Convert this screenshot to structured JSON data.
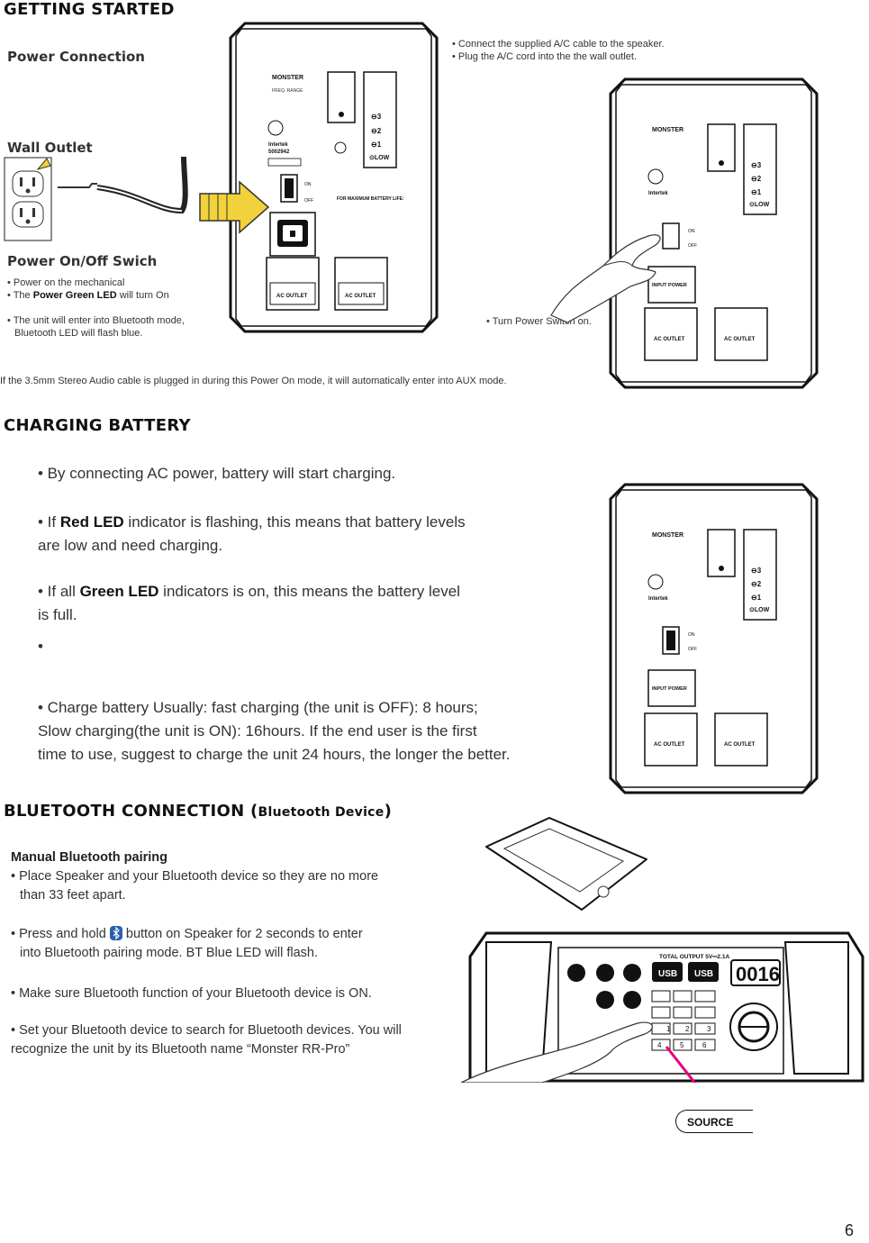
{
  "getting_started": {
    "title": "GETTING STARTED",
    "power_connection": "Power Connection",
    "wall_outlet": "Wall Outlet",
    "connect_notes": [
      "• Connect the supplied A/C cable to the speaker.",
      "• Plug the A/C cord into the the wall outlet."
    ],
    "power_switch_title": "Power On/Off Swich",
    "switch_line1": "• Power on the mechanical",
    "switch_line2_pre": "• The ",
    "switch_line2_bold": "Power Green LED",
    "switch_line2_post": " will turn On",
    "bt_mode_line1": "• The unit will enter into Bluetooth mode,",
    "bt_mode_line2": "Bluetooth LED will flash blue.",
    "turn_on": "• Turn Power Switch on.",
    "aux_note": "If the 3.5mm Stereo Audio cable is plugged in during this Power On mode, it will automatically enter into AUX mode."
  },
  "charging": {
    "title": "CHARGING BATTERY",
    "line1": "• By connecting AC power, battery will start charging.",
    "red_pre": "• If ",
    "red_bold": "Red LED",
    "red_post": " indicator is flashing, this means that battery levels",
    "red_line2": "are low and need charging.",
    "green_pre": "• If all ",
    "green_bold": "Green LED",
    "green_post": " indicators is on, this means the battery level",
    "green_line2": "is full.",
    "bullet_empty": "•",
    "charge1": "• Charge battery Usually: fast charging (the unit is OFF): 8 hours;",
    "charge2": "Slow charging(the unit is ON): 16hours. If the end user is the first",
    "charge3": "time to use, suggest to charge the unit 24 hours, the longer the better."
  },
  "bluetooth": {
    "title": "BLUETOOTH CONNECTION (",
    "title_small": "Bluetooth Device",
    "title_close": ")",
    "pairing_title": "Manual Bluetooth pairing",
    "p1a": "• Place Speaker and your Bluetooth device so they are no more",
    "p1b": "than 33 feet apart.",
    "p2a_pre": "• Press and hold ",
    "p2a_post": " button on Speaker for 2 seconds to enter",
    "p2b": "into Bluetooth pairing mode. BT Blue LED will flash.",
    "p3": "• Make sure Bluetooth function of your Bluetooth device is ON.",
    "p4a": "• Set your Bluetooth device to search for Bluetooth devices. You will",
    "p4b": "recognize the unit by its Bluetooth name “Monster RR-Pro”",
    "source_label": "SOURCE"
  },
  "panel": {
    "brand": "MONSTER",
    "freq": "FREQ. RANGE",
    "on": "ON",
    "off": "OFF",
    "ac_outlet": "AC OUTLET",
    "input_power": "INPUT POWER",
    "levels": [
      "3",
      "2",
      "1",
      "LOW"
    ],
    "intertek": "Intertek",
    "cert": "5002942",
    "battery_life": "FOR MAXIMUM BATTERY LIFE:"
  },
  "control": {
    "total_output": "TOTAL OUTPUT 5V⎓2.1A",
    "usb": "USB",
    "display": "0016",
    "keys": [
      "1",
      "2",
      "3",
      "4",
      "5",
      "6"
    ]
  },
  "page_number": "6"
}
